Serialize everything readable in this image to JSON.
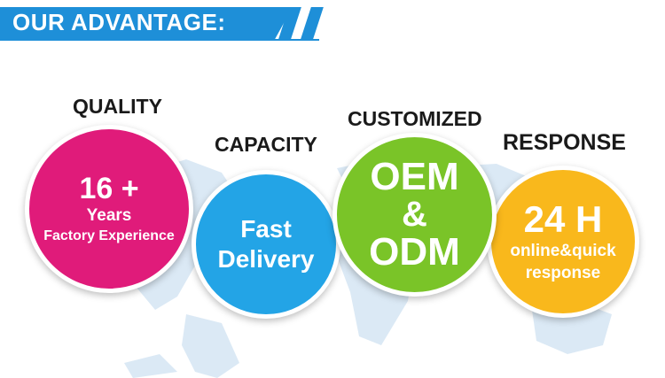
{
  "banner": {
    "title": "OUR ADVANTAGE:"
  },
  "colors": {
    "banner": "#1e8fd8",
    "quality": "#e01b7a",
    "capacity": "#23a4e6",
    "customized": "#7ac428",
    "response": "#f9b81c",
    "map": "#dbe9f5"
  },
  "advantages": [
    {
      "heading": "QUALITY",
      "main": "16 +",
      "line1": "Years",
      "line2": "Factory Experience"
    },
    {
      "heading": "CAPACITY",
      "line1": "Fast",
      "line2": "Delivery"
    },
    {
      "heading": "CUSTOMIZED",
      "line1": "OEM",
      "line2": "&",
      "line3": "ODM"
    },
    {
      "heading": "RESPONSE",
      "main": "24 H",
      "line1": "online&quick",
      "line2": "response"
    }
  ]
}
